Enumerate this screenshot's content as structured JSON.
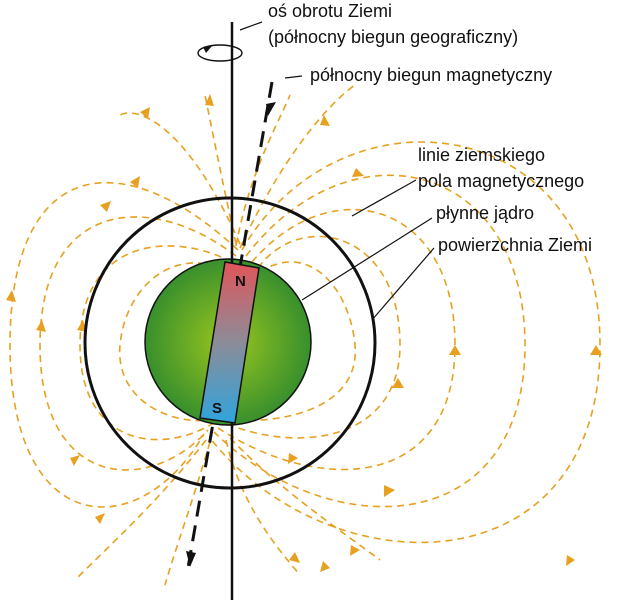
{
  "labels": {
    "rotation_axis_line1": "oś obrotu Ziemi",
    "rotation_axis_line2": "(północny biegun geograficzny)",
    "magnetic_north": "północny biegun magnetyczny",
    "field_lines_line1": "linie ziemskiego",
    "field_lines_line2": "pola magnetycznego",
    "liquid_core": "płynne jądro",
    "earth_surface": "powierzchnia Ziemi",
    "magnet_north": "N",
    "magnet_south": "S"
  },
  "colors": {
    "field_lines": "#E8A020",
    "core_center": "#9BC61E",
    "core_edge": "#2E8A2E",
    "magnet_north": "#E0555A",
    "magnet_middle": "#8C8C98",
    "magnet_south": "#2FA4DD",
    "outline": "#111111"
  }
}
